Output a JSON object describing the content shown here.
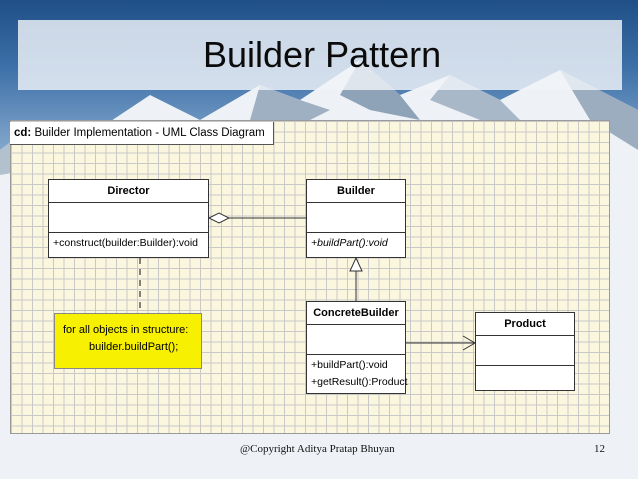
{
  "slide": {
    "title": "Builder Pattern",
    "footer_copyright": "@Copyright Aditya Pratap Bhuyan",
    "page_number": "12"
  },
  "diagram": {
    "frame_kind": "cd:",
    "frame_title": "Builder Implementation - UML Class Diagram",
    "director": {
      "name": "Director",
      "operation": "+construct(builder:Builder):void"
    },
    "builder": {
      "name": "Builder",
      "operation": "+buildPart():void"
    },
    "concrete_builder": {
      "name": "ConcreteBuilder",
      "operation_1": "+buildPart():void",
      "operation_2": "+getResult():Product"
    },
    "product": {
      "name": "Product"
    },
    "note": {
      "line_1": "for all objects in structure:",
      "line_2": "builder.buildPart();"
    }
  },
  "colors": {
    "note_fill": "#f7f000",
    "canvas": "#fbf7df",
    "grid": "#c9c9c9"
  }
}
